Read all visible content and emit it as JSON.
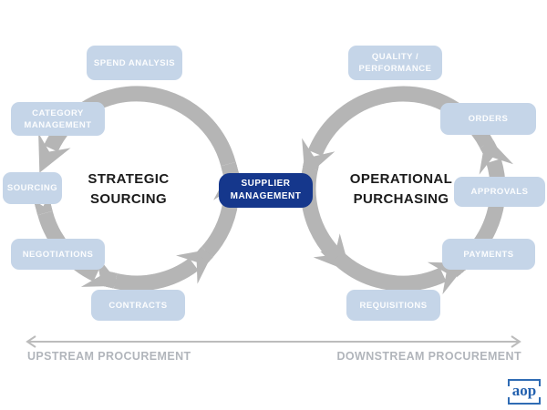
{
  "diagram": {
    "left_cycle": {
      "title": "STRATEGIC\nSOURCING",
      "steps": [
        "SPEND ANALYSIS",
        "CATEGORY\nMANAGEMENT",
        "SOURCING",
        "NEGOTIATIONS",
        "CONTRACTS"
      ]
    },
    "right_cycle": {
      "title": "OPERATIONAL\nPURCHASING",
      "steps": [
        "QUALITY /\nPERFORMANCE",
        "ORDERS",
        "APPROVALS",
        "PAYMENTS",
        "REQUISITIONS"
      ]
    },
    "center": {
      "label": "SUPPLIER\nMANAGEMENT"
    },
    "axis": {
      "left_label": "UPSTREAM PROCUREMENT",
      "right_label": "DOWNSTREAM PROCUREMENT"
    },
    "logo_text": "aop",
    "colors": {
      "step_bg": "#c5d5e8",
      "badge_bg": "#15378c",
      "arrow_gray": "#b5b5b5",
      "axis_gray": "#b1b5bb",
      "logo_blue": "#2f6cb4",
      "title_text": "#1b1b1b",
      "step_text": "#ffffff"
    }
  }
}
